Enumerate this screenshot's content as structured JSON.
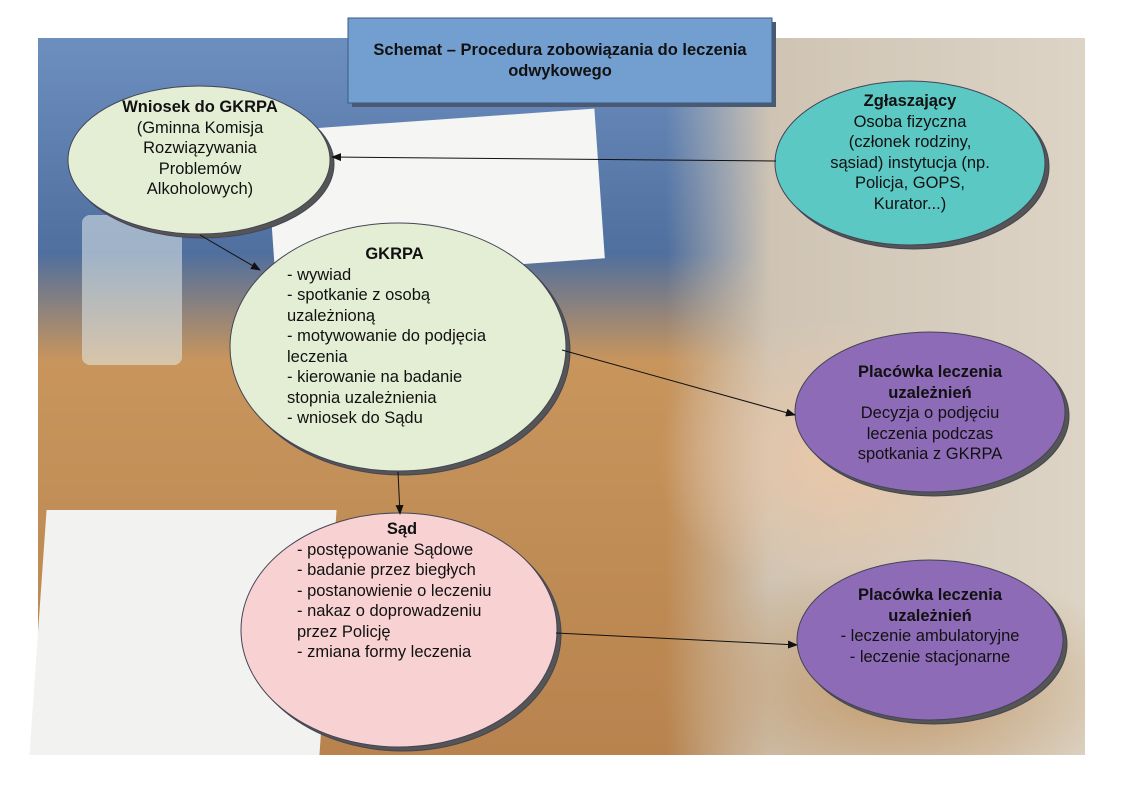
{
  "title": "Schemat – Procedura zobowiązania do leczenia odwykowego",
  "nodes": {
    "wniosek": {
      "heading": "Wniosek do GKRPA",
      "body": "(Gminna Komisja Rozwiązywania Problemów Alkoholowych)"
    },
    "zglaszajacy": {
      "heading": "Zgłaszający",
      "body": "Osoba fizyczna (członek rodziny, sąsiad) instytucja (np. Policja, GOPS, Kurator...)"
    },
    "gkrpa": {
      "heading": "GKRPA",
      "items": [
        "- wywiad",
        "- spotkanie z osobą uzależnioną",
        "- motywowanie do podjęcia leczenia",
        "- kierowanie na badanie stopnia uzależnienia",
        "- wniosek do Sądu"
      ]
    },
    "placowka1": {
      "heading": "Placówka leczenia uzależnień",
      "body": "Decyzja o podjęciu leczenia podczas spotkania z GKRPA"
    },
    "sad": {
      "heading": "Sąd",
      "items": [
        "- postępowanie Sądowe",
        "- badanie przez biegłych",
        "- postanowienie o leczeniu",
        "- nakaz o doprowadzeniu przez Policję",
        "- zmiana formy leczenia"
      ]
    },
    "placowka2": {
      "heading": "Placówka leczenia uzależnień",
      "items": [
        "- leczenie ambulatoryjne",
        "- leczenie stacjonarne"
      ]
    }
  },
  "colors": {
    "title": "#729fcf",
    "green": "#e4eed5",
    "teal": "#5cc8c4",
    "purple": "#8e6bb6",
    "pink": "#f8d2d2"
  }
}
